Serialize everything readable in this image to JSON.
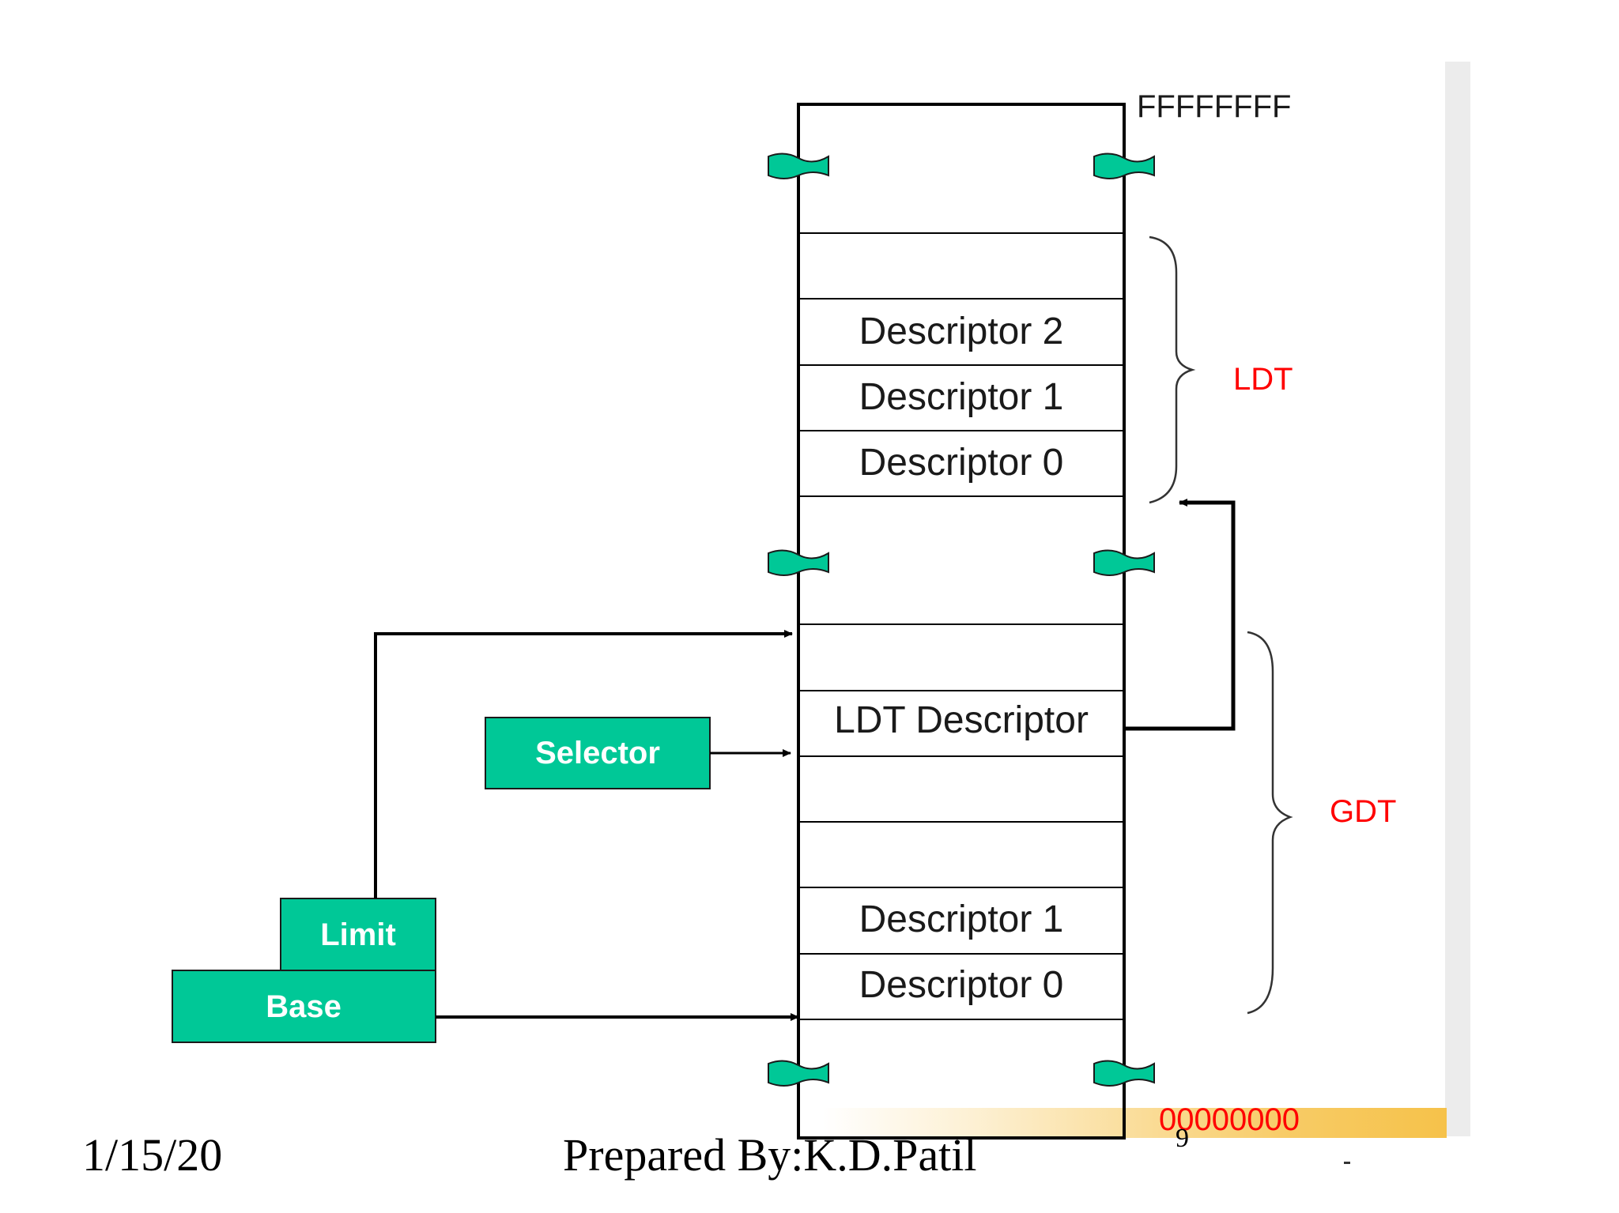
{
  "memory": {
    "top_address": "FFFFFFFF",
    "bottom_address": "00000000",
    "ldt_rows": [
      "",
      "Descriptor 2",
      "Descriptor 1",
      "Descriptor 0"
    ],
    "gdt_rows": [
      "",
      "LDT Descriptor",
      "",
      "",
      "Descriptor 1",
      "Descriptor 0"
    ]
  },
  "labels": {
    "ldt": "LDT",
    "gdt": "GDT"
  },
  "registers": {
    "selector": "Selector",
    "limit": "Limit",
    "base": "Base"
  },
  "colors": {
    "teal": "#00C897",
    "red": "#FF0000",
    "line": "#000000",
    "text": "#1a1a1a",
    "bar_gold": "#F6C24A"
  },
  "footer": {
    "date": "1/15/20",
    "author": "Prepared By:K.D.Patil",
    "page": "9"
  }
}
